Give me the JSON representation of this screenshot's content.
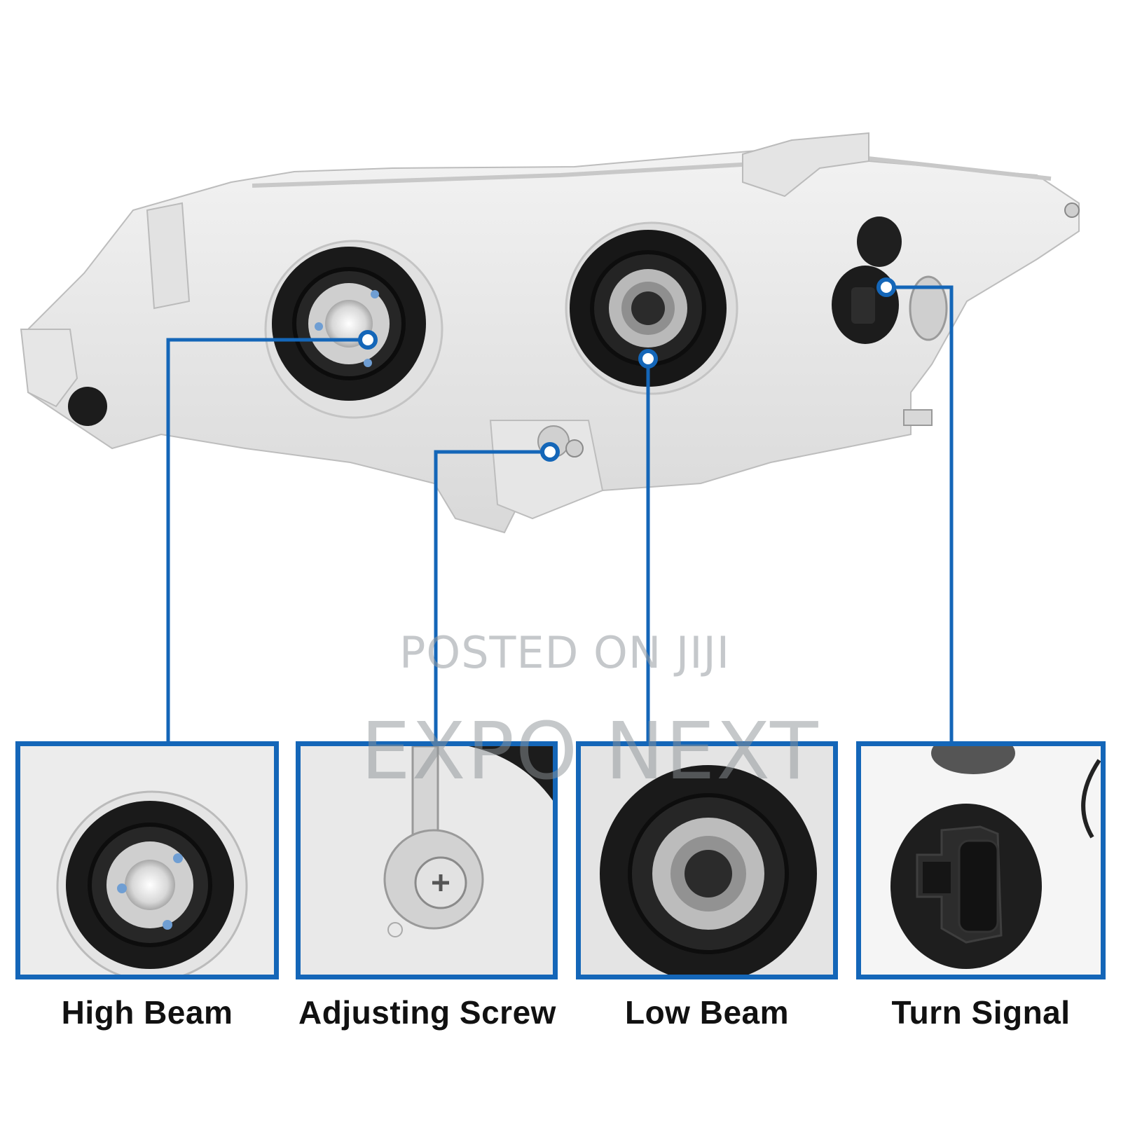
{
  "image": {
    "subject": "Headlight assembly rear view",
    "accent_color": "#1466b8",
    "background_color": "#ffffff"
  },
  "callouts": [
    {
      "id": "high-beam",
      "label": "High Beam"
    },
    {
      "id": "adjusting-screw",
      "label": "Adjusting Screw"
    },
    {
      "id": "low-beam",
      "label": "Low Beam"
    },
    {
      "id": "turn-signal",
      "label": "Turn Signal"
    }
  ],
  "watermark": {
    "line1": "POSTED ON JIJI",
    "line2": "EXPO NEXT"
  }
}
